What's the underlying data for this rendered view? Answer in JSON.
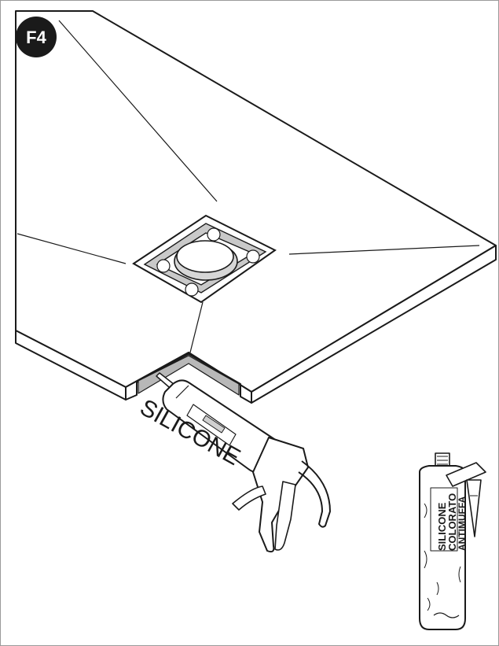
{
  "badge": {
    "label": "F4"
  },
  "gun_label": "SILICONE",
  "tube_label": {
    "line1": "SILICONE",
    "line2": "COLORATO",
    "line3": "ANTIMUFFA"
  },
  "colors": {
    "ink": "#1a1a1a",
    "paper": "#ffffff",
    "gray": "#b8b8b8"
  }
}
